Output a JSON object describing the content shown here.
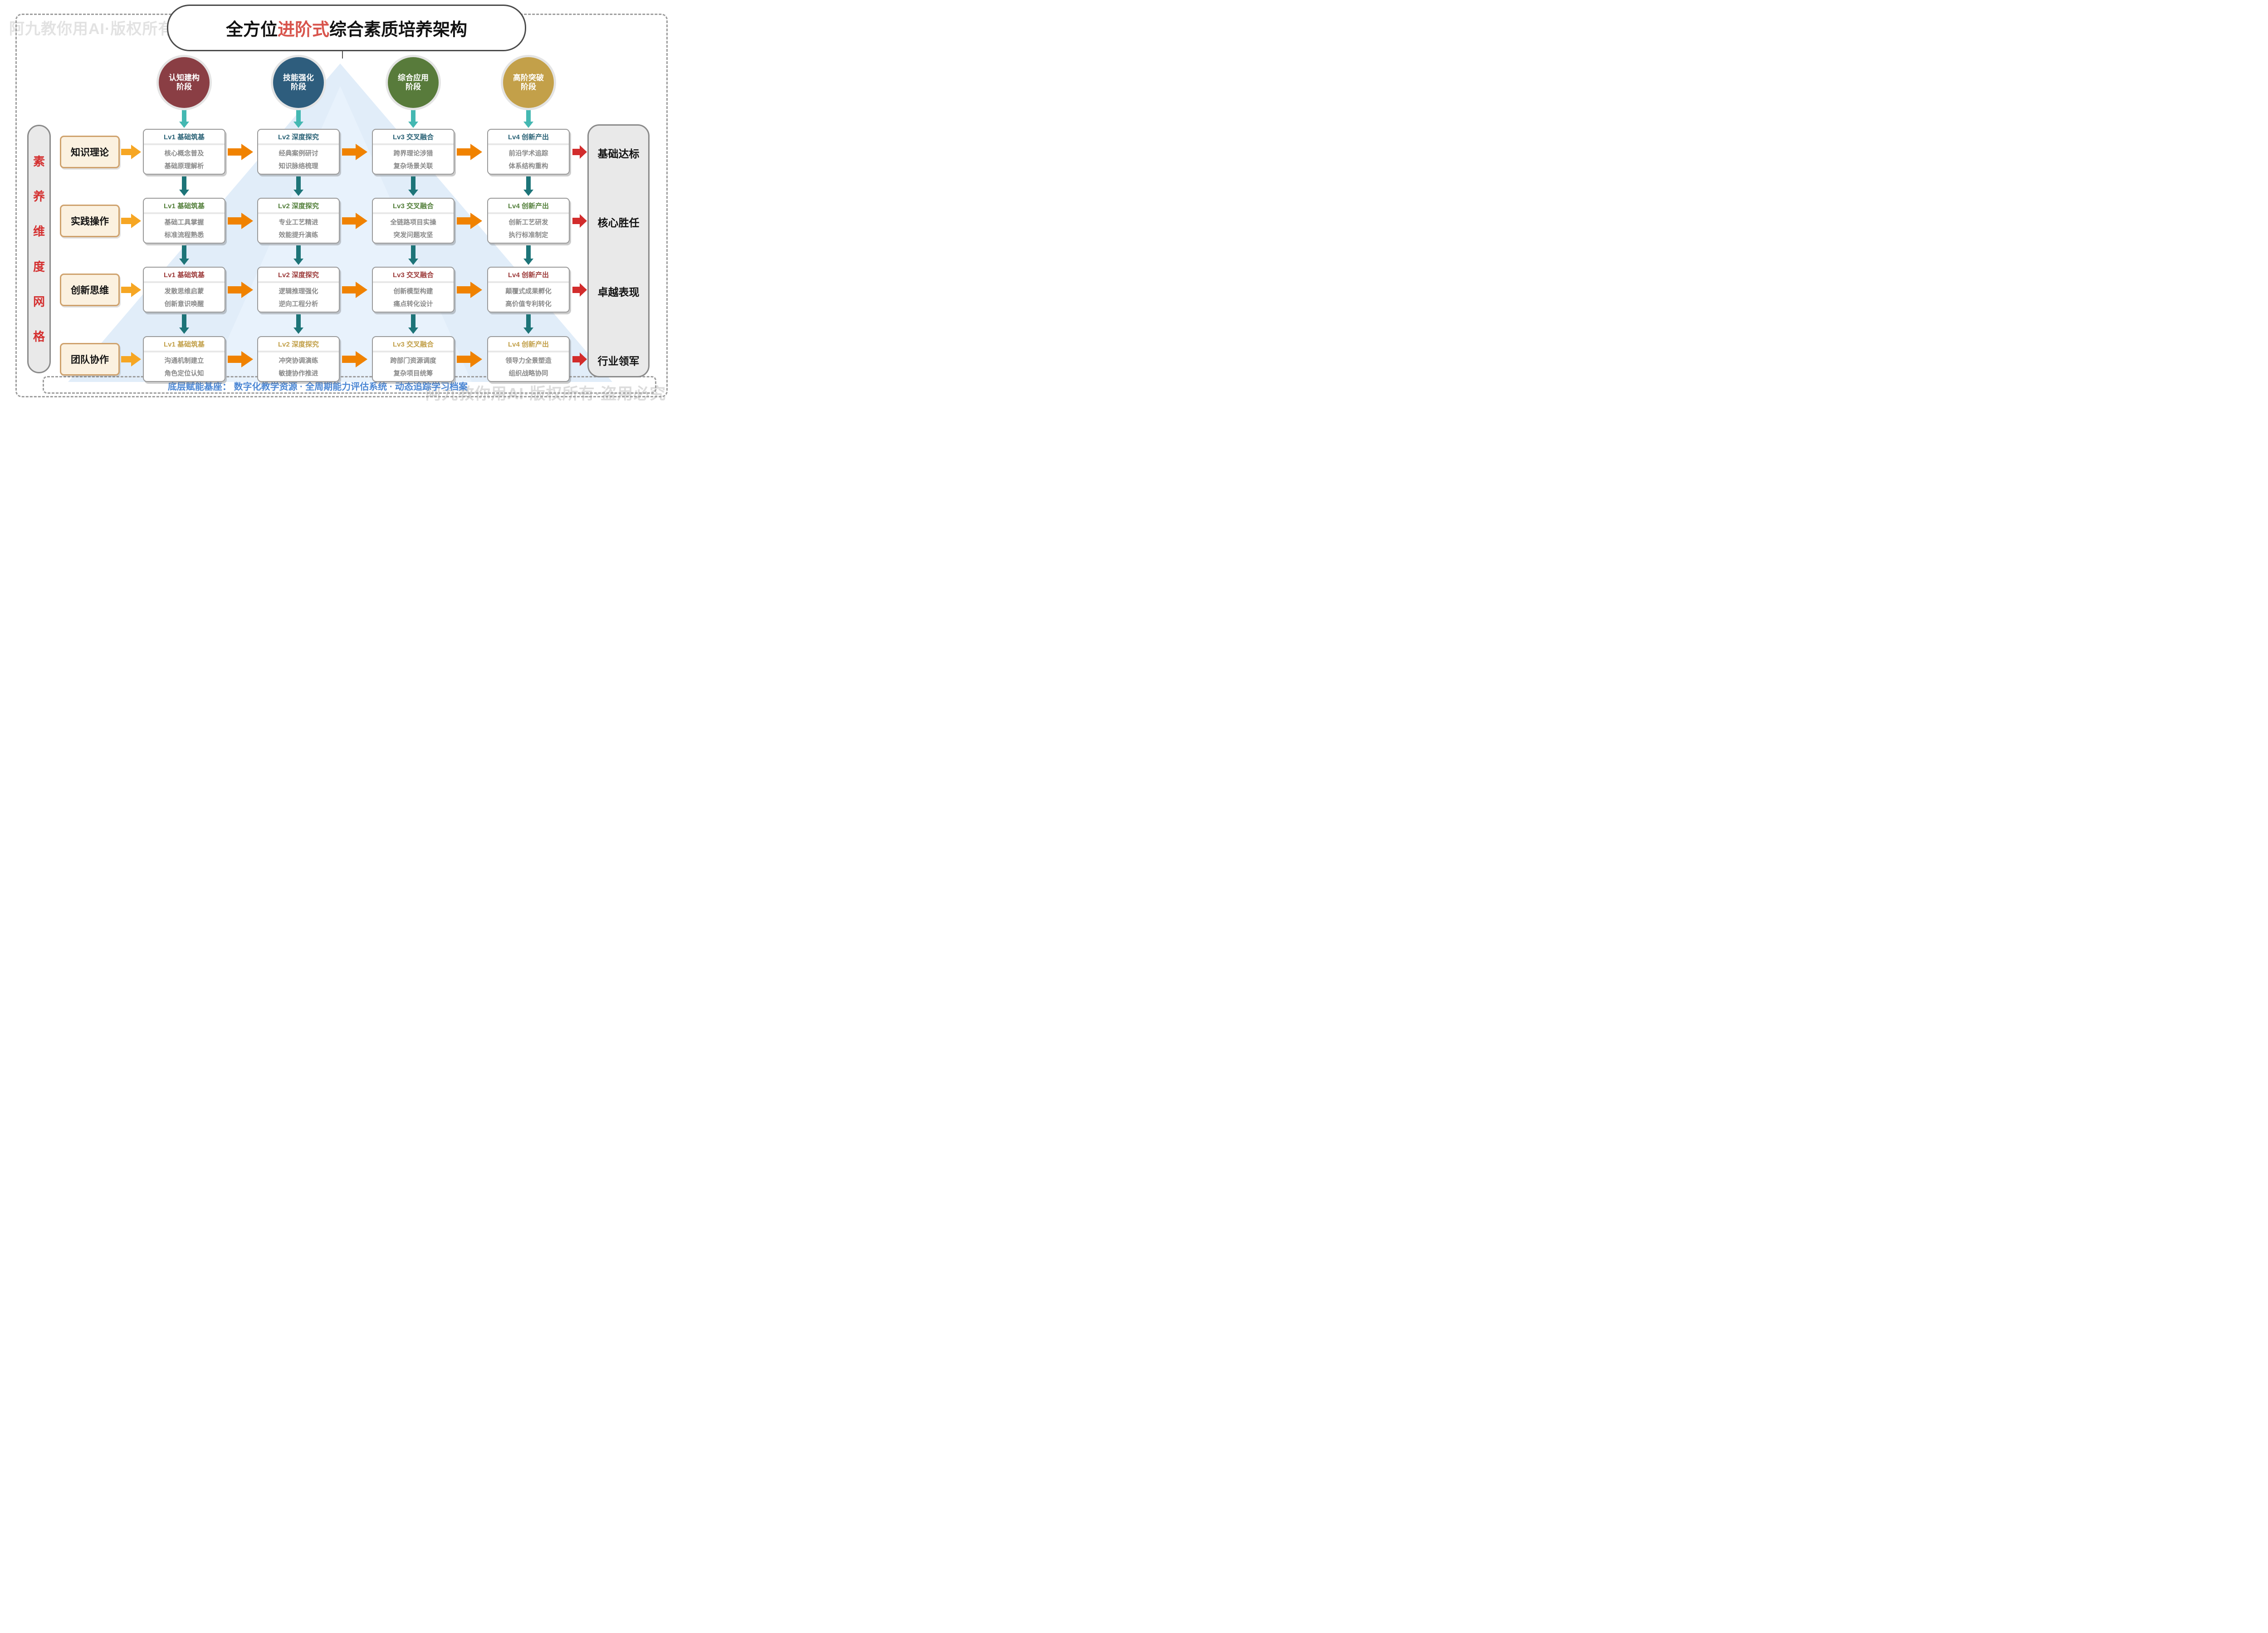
{
  "watermark": {
    "text": "阿九教你用AI·版权所有·盗用必究"
  },
  "title": {
    "prefix": "全方位",
    "highlight": "进阶式",
    "suffix": "综合素质培养架构"
  },
  "stages": [
    {
      "line1": "认知建构",
      "line2": "阶段",
      "color": "#8a3e44"
    },
    {
      "line1": "技能强化",
      "line2": "阶段",
      "color": "#2e5d7d"
    },
    {
      "line1": "综合应用",
      "line2": "阶段",
      "color": "#587b3b"
    },
    {
      "line1": "高阶突破",
      "line2": "阶段",
      "color": "#c3a049"
    }
  ],
  "left_axis": {
    "text": "素养维度网格",
    "chars": [
      "素",
      "养",
      "维",
      "度",
      "网",
      "格"
    ]
  },
  "rows": [
    {
      "label": "知识理论",
      "outcome": "基础达标",
      "header_color": "#2b6377",
      "cells": [
        {
          "level": "Lv1 基础筑基",
          "line1": "核心概念普及",
          "line2": "基础原理解析"
        },
        {
          "level": "Lv2 深度探究",
          "line1": "经典案例研讨",
          "line2": "知识脉络梳理"
        },
        {
          "level": "Lv3 交叉融合",
          "line1": "跨界理论涉猎",
          "line2": "复杂场景关联"
        },
        {
          "level": "Lv4 创新产出",
          "line1": "前沿学术追踪",
          "line2": "体系结构重构"
        }
      ]
    },
    {
      "label": "实践操作",
      "outcome": "核心胜任",
      "header_color": "#54803c",
      "cells": [
        {
          "level": "Lv1 基础筑基",
          "line1": "基础工具掌握",
          "line2": "标准流程熟悉"
        },
        {
          "level": "Lv2 深度探究",
          "line1": "专业工艺精进",
          "line2": "效能提升演练"
        },
        {
          "level": "Lv3 交叉融合",
          "line1": "全链路项目实操",
          "line2": "突发问题攻坚"
        },
        {
          "level": "Lv4 创新产出",
          "line1": "创新工艺研发",
          "line2": "执行标准制定"
        }
      ]
    },
    {
      "label": "创新思维",
      "outcome": "卓越表现",
      "header_color": "#9d3c3b",
      "cells": [
        {
          "level": "Lv1 基础筑基",
          "line1": "发散思维启蒙",
          "line2": "创新意识唤醒"
        },
        {
          "level": "Lv2 深度探究",
          "line1": "逻辑推理强化",
          "line2": "逆向工程分析"
        },
        {
          "level": "Lv3 交叉融合",
          "line1": "创新模型构建",
          "line2": "痛点转化设计"
        },
        {
          "level": "Lv4 创新产出",
          "line1": "颠覆式成果孵化",
          "line2": "高价值专利转化"
        }
      ]
    },
    {
      "label": "团队协作",
      "outcome": "行业领军",
      "header_color": "#c2a04a",
      "cells": [
        {
          "level": "Lv1 基础筑基",
          "line1": "沟通机制建立",
          "line2": "角色定位认知"
        },
        {
          "level": "Lv2 深度探究",
          "line1": "冲突协调演练",
          "line2": "敏捷协作推进"
        },
        {
          "level": "Lv3 交叉融合",
          "line1": "跨部门资源调度",
          "line2": "复杂项目统筹"
        },
        {
          "level": "Lv4 创新产出",
          "line1": "领导力全景塑造",
          "line2": "组织战略协同"
        }
      ]
    }
  ],
  "footer": {
    "text": "底层赋能基座： 数字化教学资源 · 全周期能力评估系统 · 动态追踪学习档案"
  },
  "colors": {
    "title_highlight": "#d8544c",
    "arrow_orange": "#f08200",
    "arrow_amber": "#f6a623",
    "arrow_red": "#d22c2c",
    "arrow_teal_light": "#44b8b2",
    "arrow_teal_dark": "#1d7478",
    "axis_text_red": "#d43030",
    "footer_text_blue": "#4a86d4",
    "card_border_gray": "#999999",
    "label_border_tan": "#cfa26d"
  }
}
